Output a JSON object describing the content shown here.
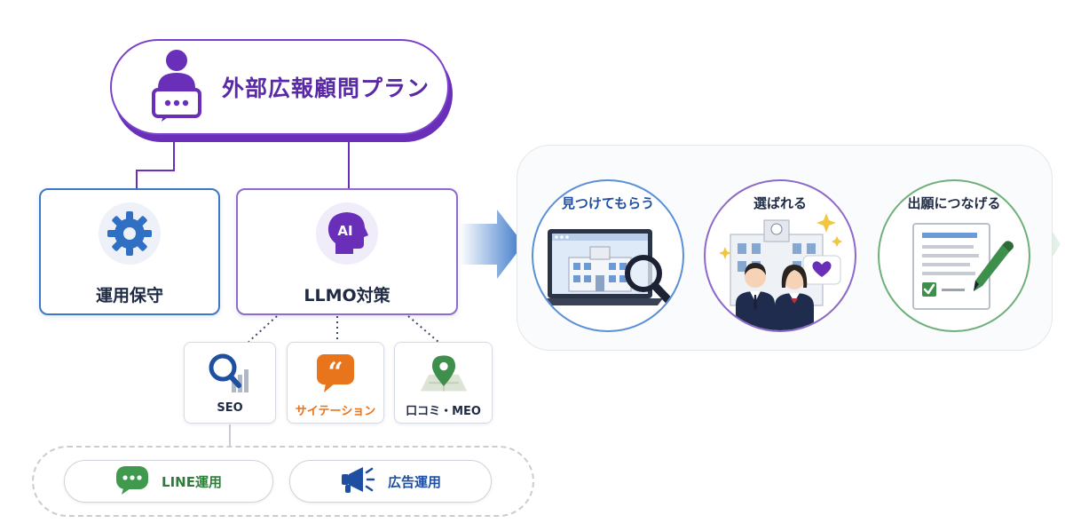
{
  "plan": {
    "title": "外部広報顧問プラン",
    "icon": "presenter-chat-icon"
  },
  "services": {
    "ops": {
      "label": "運用保守",
      "icon": "gear-icon"
    },
    "llmo": {
      "label": "LLMO対策",
      "icon": "ai-head-icon",
      "icon_text": "AI"
    }
  },
  "sub_services": [
    {
      "label": "SEO",
      "icon": "magnifier-chart-icon"
    },
    {
      "label": "サイテーション",
      "icon": "quote-bubble-icon"
    },
    {
      "label": "口コミ・MEO",
      "icon": "map-pin-icon"
    }
  ],
  "options": [
    {
      "label": "LINE運用",
      "icon": "chat-bubble-icon"
    },
    {
      "label": "広告運用",
      "icon": "megaphone-icon"
    }
  ],
  "flow": {
    "steps": [
      {
        "title": "見つけてもらう",
        "icon": "laptop-search-icon",
        "color": "#1f4fa0"
      },
      {
        "title": "選ばれる",
        "icon": "school-students-icon",
        "color": "#1f2a44"
      },
      {
        "title": "出願につなげる",
        "icon": "application-form-icon",
        "color": "#1f2a44"
      }
    ]
  },
  "colors": {
    "purple": "#6a2fb8",
    "blue": "#3b78c9",
    "green": "#4c9a5a",
    "orange": "#e8741c"
  }
}
